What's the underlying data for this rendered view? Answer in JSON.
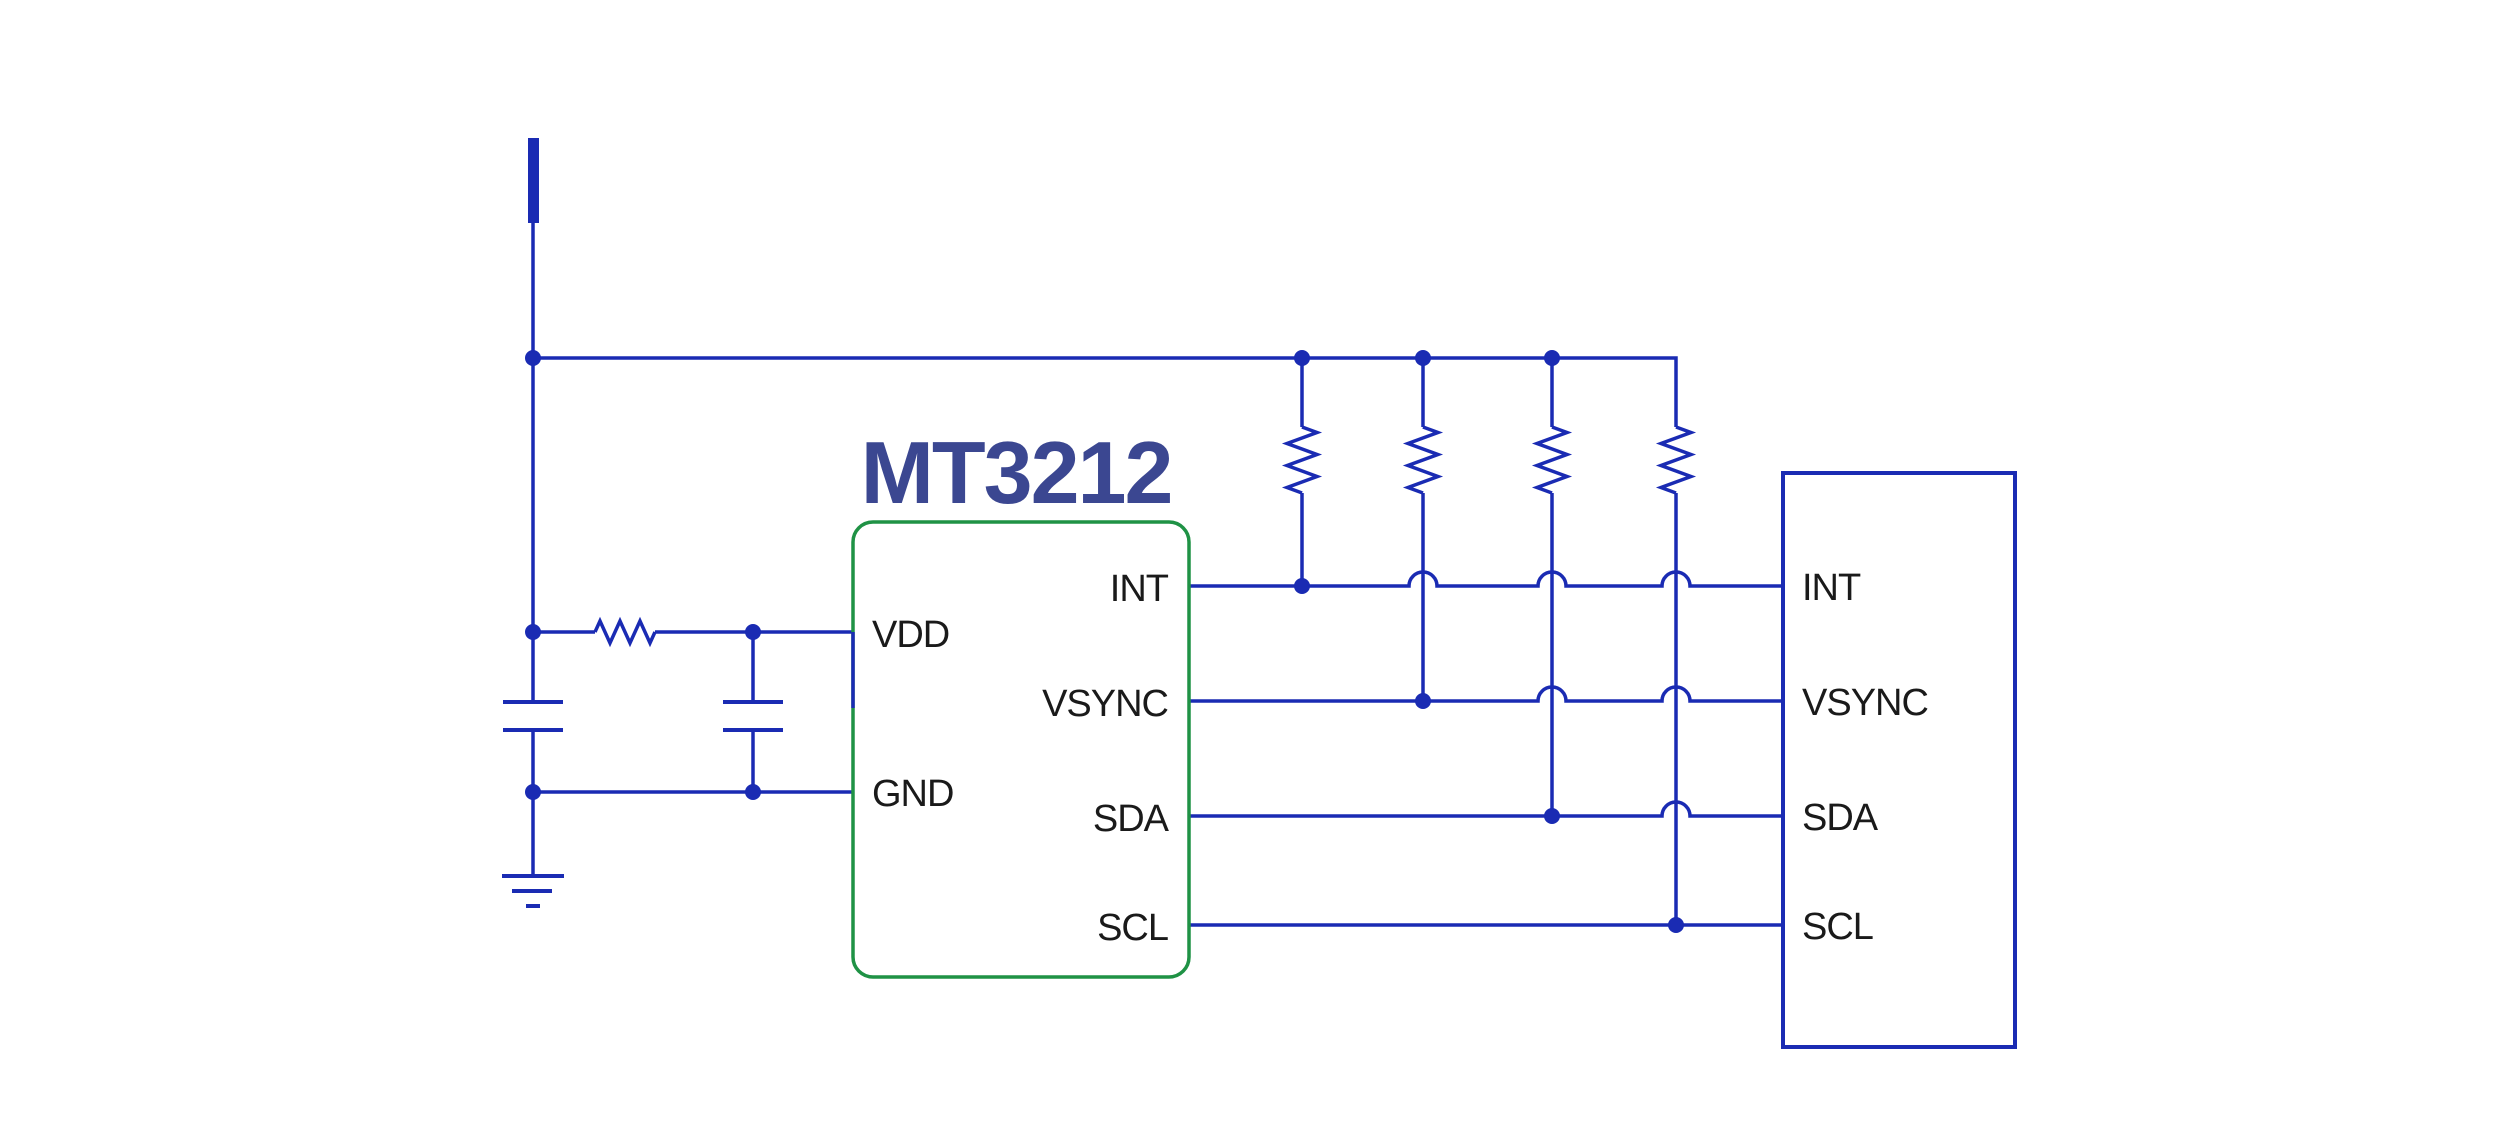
{
  "colors": {
    "background": "#ffffff",
    "wire": "#1a2bb3",
    "chip_outline": "#1f9245",
    "title": "#3b4791",
    "label": "#1a1a1a"
  },
  "diagram": {
    "title": "MT3212",
    "chip": {
      "left_pins": [
        "VDD",
        "GND"
      ],
      "right_pins": [
        "INT",
        "VSYNC",
        "SDA",
        "SCL"
      ]
    },
    "connector": {
      "pins": [
        "INT",
        "VSYNC",
        "SDA",
        "SCL"
      ]
    },
    "icons": [
      "power-bar-icon",
      "resistor-icon",
      "capacitor-icon",
      "ground-icon",
      "junction-dot-icon",
      "wire-hop-icon"
    ]
  }
}
